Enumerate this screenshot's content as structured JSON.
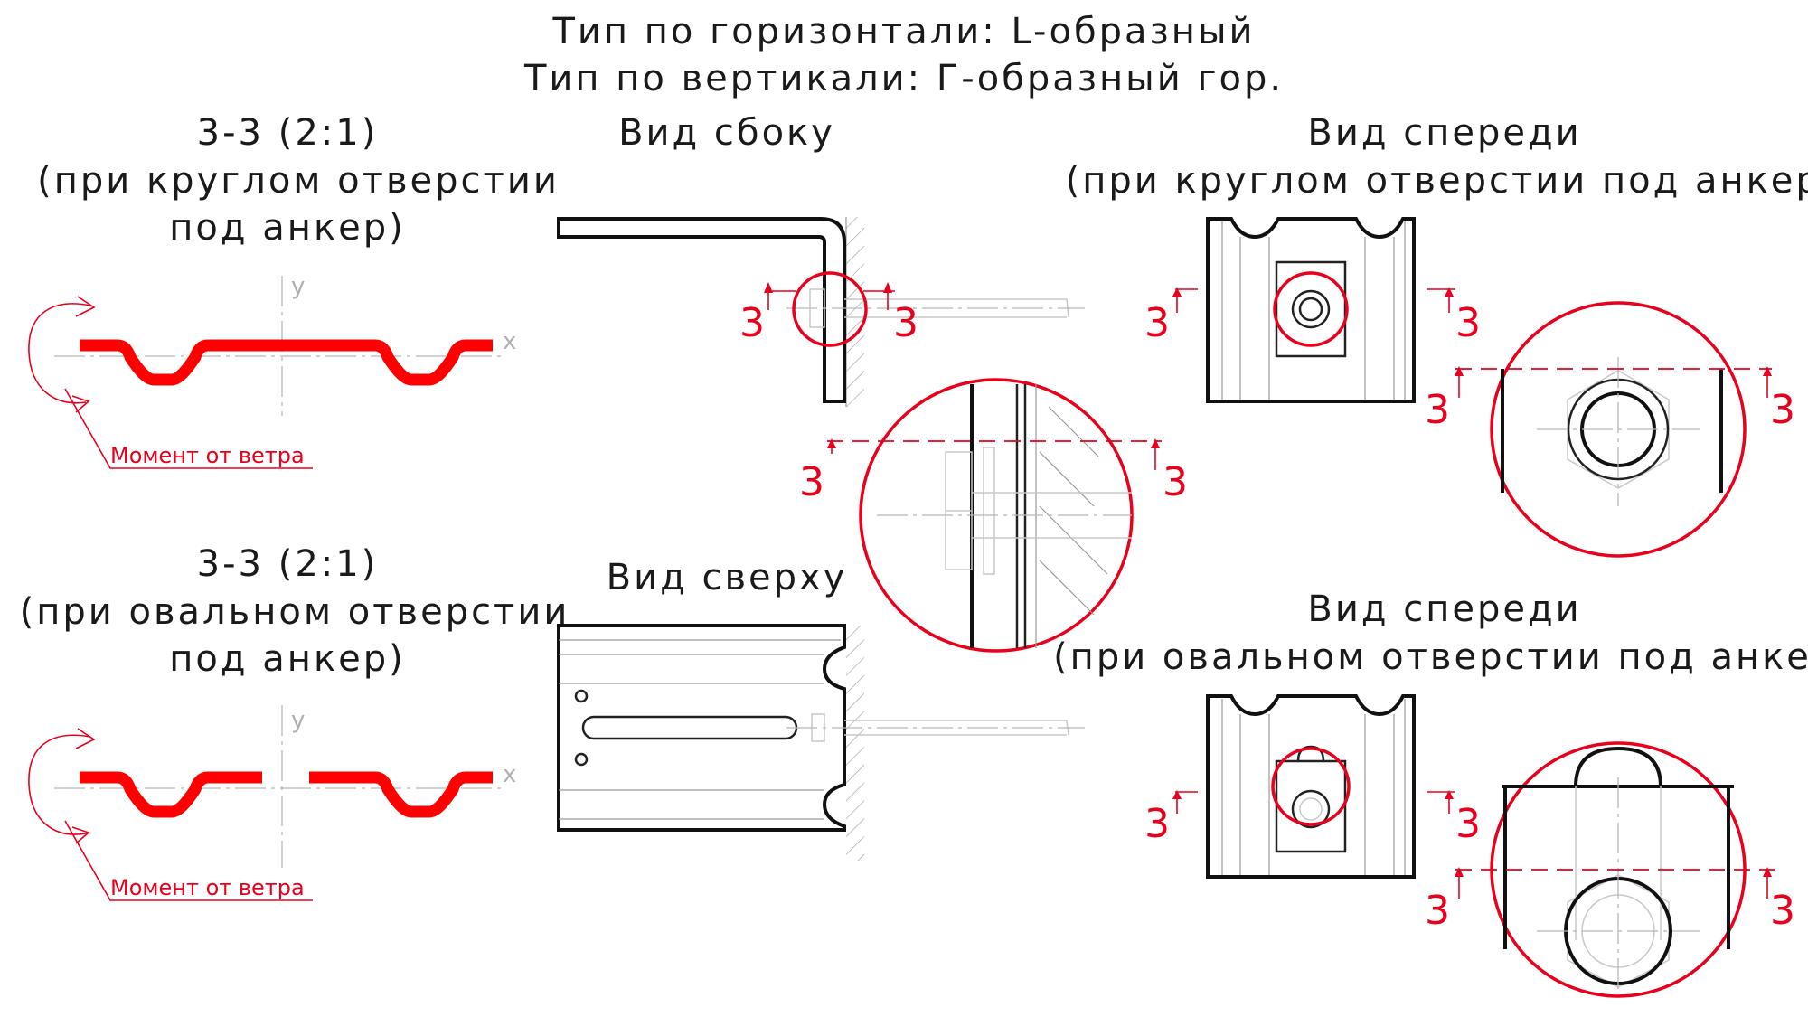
{
  "header": {
    "line1": "Тип по горизонтали: L-образный",
    "line2": "Тип по вертикали: Г-образный гор."
  },
  "section_round": {
    "title": "3-3 (2:1)",
    "subtitle1": "(при круглом отверстии",
    "subtitle2": "под анкер)",
    "axis_x": "x",
    "axis_y": "y",
    "moment_label": "Момент от ветра"
  },
  "section_oval": {
    "title": "3-3 (2:1)",
    "subtitle1": "(при овальном отверстии",
    "subtitle2": "под анкер)",
    "axis_x": "x",
    "axis_y": "y",
    "moment_label": "Момент от ветра"
  },
  "side_view": {
    "title": "Вид сбоку"
  },
  "top_view": {
    "title": "Вид сверху"
  },
  "front_round": {
    "title": "Вид спереди",
    "subtitle": "(при круглом отверстии под анкер)"
  },
  "front_oval": {
    "title": "Вид спереди",
    "subtitle": "(при овальном отверстии под анкер)"
  },
  "section_mark": "3",
  "colors": {
    "annotation_red": "#e8001c",
    "profile_red": "#ff0000",
    "line_black": "#111111",
    "construction_gray": "#b8b8b8"
  }
}
